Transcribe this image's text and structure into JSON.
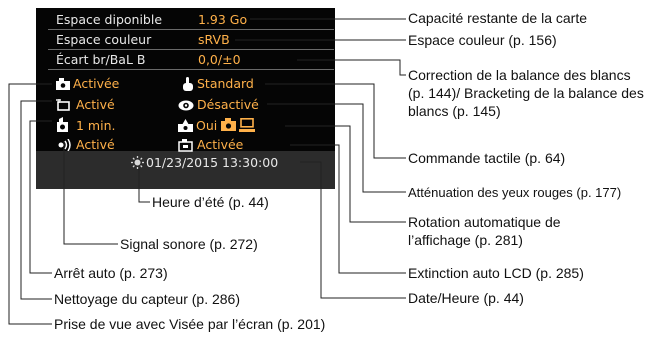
{
  "screen": {
    "rows": [
      {
        "label": "Espace diponible",
        "value": "1.93 Go"
      },
      {
        "label": "Espace couleur",
        "value": "sRVB"
      },
      {
        "label": "Écart br/BaL B",
        "value": "0,0/±0"
      }
    ],
    "grid": [
      {
        "left_icon": "camera-live-view-icon",
        "left": "Activée",
        "right_icon": "touch-hand-icon",
        "right": "Standard"
      },
      {
        "left_icon": "sensor-cleaning-icon",
        "left": "Activé",
        "right_icon": "red-eye-icon",
        "right": "Désactivé"
      },
      {
        "left_icon": "auto-power-off-icon",
        "left": "1 min.",
        "right_icon": "rotate-display-icon",
        "right": "Oui"
      },
      {
        "left_icon": "beep-icon",
        "left": "Activé",
        "right_icon": "lcd-off-icon",
        "right": "Activée"
      }
    ],
    "datetime": "01/23/2015 13:30:00",
    "colors": {
      "panel_bg": "#050505",
      "footer_bg": "#2c2c2c",
      "value_orange": "#ffb14a"
    }
  },
  "annotations": {
    "right": [
      "Capacité restante de la carte",
      "Espace couleur (p. 156)",
      "Correction de la balance des blancs (p. 144)/ Bracketing de la balance des blancs (p. 145)",
      "Commande tactile (p. 64)",
      "Atténuation des yeux rouges (p. 177)",
      "Rotation automatique de l’affichage (p. 281)",
      "Extinction auto LCD (p. 285)",
      "Date/Heure (p. 44)"
    ],
    "bottom": [
      "Heure d’été (p. 44)",
      "Signal sonore (p. 272)",
      "Arrêt auto (p. 273)",
      "Nettoyage du capteur (p. 286)",
      "Prise de vue avec Visée par l’écran (p. 201)"
    ]
  }
}
